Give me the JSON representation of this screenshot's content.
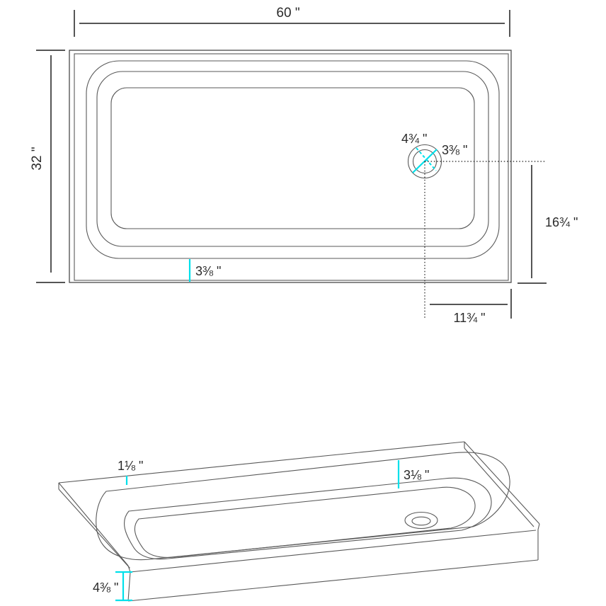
{
  "colors": {
    "background": "#ffffff",
    "object_line": "#595959",
    "outer_line": "#4a4a4a",
    "dimension_line": "#1d1d1d",
    "text": "#2a2a2a",
    "accent_cyan": "#00e0ea"
  },
  "top_view": {
    "width": "60 \"",
    "height": "32 \"",
    "drain_outer_diameter": "4¾ \"",
    "drain_inner_diameter": "3⅜ \"",
    "drain_center_from_bottom": "16¾ \"",
    "drain_center_from_right": "11¾ \"",
    "bottom_rim_width": "3⅜ \""
  },
  "iso_view": {
    "rim_width": "1⅛ \"",
    "basin_depth": "3⅛ \"",
    "skirt_height": "4⅜ \""
  }
}
